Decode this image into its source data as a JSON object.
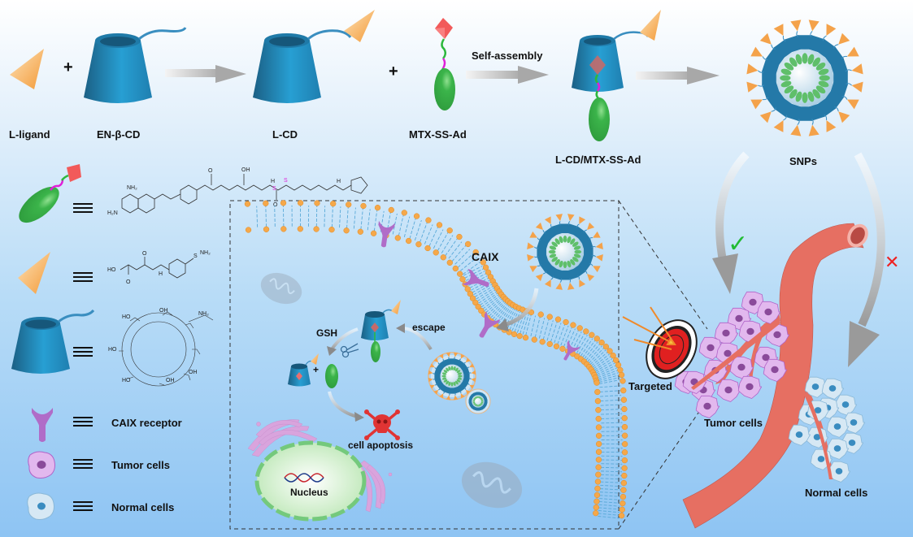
{
  "figure": {
    "title": "L-CD/MTX-SS-Ad self-assembled nanoparticles for CAIX-targeted tumor therapy",
    "top_row": {
      "labels": {
        "ligand": "L-ligand",
        "en_cd": "EN-β-CD",
        "l_cd": "L-CD",
        "mtx": "MTX-SS-Ad",
        "complex": "L-CD/MTX-SS-Ad",
        "snps": "SNPs"
      },
      "plus": "+",
      "self_assembly": "Self-assembly"
    },
    "legend": {
      "equiv": "≡",
      "items": [
        {
          "icon": "mtx-ss-ad-icon",
          "label": "",
          "structure": "MTX-SS-Ad chemical structure"
        },
        {
          "icon": "l-ligand-cone-icon",
          "label": "",
          "structure": "L-ligand chemical structure"
        },
        {
          "icon": "en-cd-icon",
          "label": "",
          "structure": "EN-β-CD chemical structure"
        },
        {
          "icon": "caix-receptor-icon",
          "label": "CAIX receptor"
        },
        {
          "icon": "tumor-cell-icon",
          "label": "Tumor cells"
        },
        {
          "icon": "normal-cell-icon",
          "label": "Normal cells"
        }
      ]
    },
    "chem": {
      "mtx": {
        "nh2a": "NH₂",
        "nh2b": "H₂N",
        "n": "N",
        "oh": "OH",
        "o": "O",
        "h": "H",
        "s": "S"
      },
      "ligand": {
        "ho": "HO",
        "o": "O",
        "nh": "N",
        "h": "H",
        "s": "S",
        "nh2": "NH₂"
      },
      "cd": {
        "oh": "OH",
        "ho": "HO",
        "nh2": "NH₂",
        "nh": "N",
        "h": "H"
      }
    },
    "cell_panel": {
      "caix": "CAIX",
      "escape": "escape",
      "gsh": "GSH",
      "plus": "+",
      "apoptosis": "cell apoptosis",
      "nucleus": "Nucleus"
    },
    "tissue": {
      "targeted": "Targeted",
      "tumor": "Tumor cells",
      "normal": "Normal cells",
      "check": "✓",
      "cross": "✕"
    },
    "colors": {
      "cd_blue": "#2a8fc4",
      "ligand_orange": "#f4a24a",
      "mtx_green": "#3bb44a",
      "adamantane_red": "#ee4a4a",
      "caix_purple": "#b06cc8",
      "vessel": "#e66f62",
      "tumor_cell": "#deb3ea",
      "normal_cell": "#cfe4f2"
    }
  }
}
